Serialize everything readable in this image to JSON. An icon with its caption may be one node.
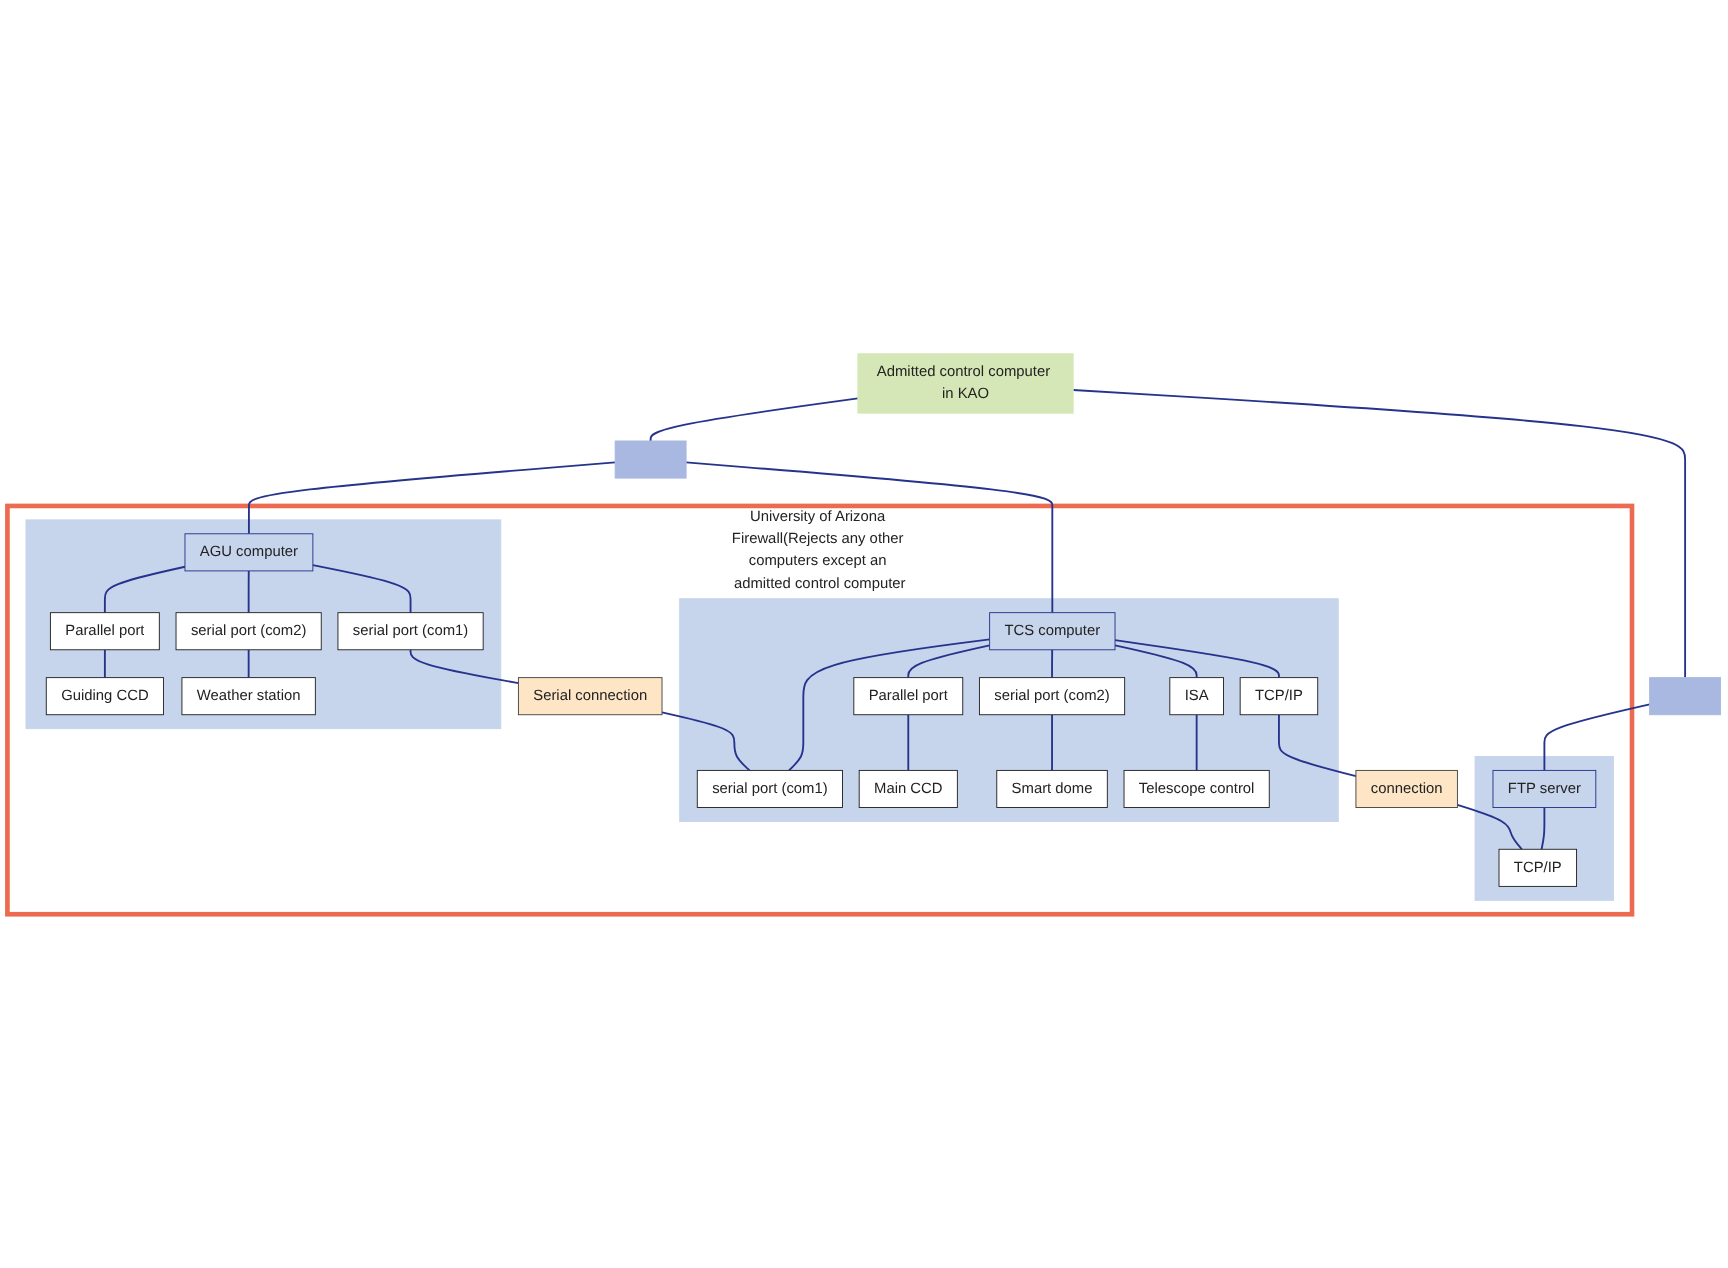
{
  "diagram": {
    "nodes": [
      {
        "text": [
          "Admitted control computer in KAO"
        ]
      },
      {
        "text": [],
        "shape": "box"
      },
      {
        "text": [],
        "shape": "box"
      },
      {
        "text": [
          "University of Arizona Firewall(Rejects any other computers except an admitted control computer"
        ]
      },
      {
        "text": [],
        "shape": "box",
        "in": 3
      },
      {
        "text": [
          "AGU computer"
        ],
        "in": 4
      },
      {
        "text": [
          "Parallel port"
        ],
        "in": 4
      },
      {
        "text": [
          "serial port (com2)"
        ],
        "in": 4
      },
      {
        "text": [
          "serial port (com1)"
        ],
        "in": 4
      },
      {
        "text": [
          "Guiding CCD"
        ],
        "in": 4
      },
      {
        "text": [
          "Weather station"
        ],
        "in": 4
      },
      {
        "text": [],
        "shape": "box",
        "in": 3
      },
      {
        "text": [
          "TCS computer"
        ],
        "in": 11
      },
      {
        "text": [
          "serial port (com1)"
        ],
        "in": 11
      },
      {
        "text": [
          "Parallel port"
        ],
        "in": 11
      },
      {
        "text": [
          "serial port (com2)"
        ],
        "in": 11
      },
      {
        "text": [
          "ISA"
        ],
        "in": 11
      },
      {
        "text": [
          "TCP/IP"
        ],
        "in": 11
      },
      {
        "text": [
          "Main CCD"
        ],
        "in": 11
      },
      {
        "text": [
          "Smart dome"
        ],
        "in": 11
      },
      {
        "text": [
          "Telescope control"
        ],
        "in": 11
      },
      {
        "text": [],
        "shape": "box",
        "in": 3
      },
      {
        "text": [
          "FTP server"
        ],
        "in": 21
      },
      {
        "text": [
          "TCP/IP"
        ],
        "in": 21
      },
      {
        "text": [
          "Serial connection"
        ],
        "in": 3
      },
      {
        "text": [
          "connection"
        ],
        "in": 3
      }
    ],
    "edges": [
      {
        "from": 0,
        "to": 1,
        "arrow": "none"
      },
      {
        "from": 0,
        "to": 2,
        "arrow": "none"
      },
      {
        "from": 1,
        "to": 5,
        "arrow": "none"
      },
      {
        "from": 1,
        "to": 12,
        "arrow": "none"
      },
      {
        "from": 2,
        "to": 22,
        "arrow": "none"
      },
      {
        "from": 5,
        "to": 6,
        "arrow": "none"
      },
      {
        "from": 5,
        "to": 7,
        "arrow": "none"
      },
      {
        "from": 5,
        "to": 8,
        "arrow": "none"
      },
      {
        "from": 6,
        "to": 9,
        "arrow": "none"
      },
      {
        "from": 7,
        "to": 10,
        "arrow": "none"
      },
      {
        "from": 8,
        "to": 24,
        "arrow": "none"
      },
      {
        "from": 24,
        "to": 13,
        "arrow": "none"
      },
      {
        "from": 12,
        "to": 13,
        "arrow": "none"
      },
      {
        "from": 12,
        "to": 14,
        "arrow": "none"
      },
      {
        "from": 12,
        "to": 15,
        "arrow": "none"
      },
      {
        "from": 12,
        "to": 16,
        "arrow": "none"
      },
      {
        "from": 12,
        "to": 17,
        "arrow": "none"
      },
      {
        "from": 14,
        "to": 18,
        "arrow": "none"
      },
      {
        "from": 15,
        "to": 19,
        "arrow": "none"
      },
      {
        "from": 16,
        "to": 20,
        "arrow": "none"
      },
      {
        "from": 17,
        "to": 25,
        "arrow": "none"
      },
      {
        "from": 25,
        "to": 23,
        "arrow": "none"
      },
      {
        "from": 22,
        "to": 23,
        "arrow": "none"
      }
    ]
  }
}
